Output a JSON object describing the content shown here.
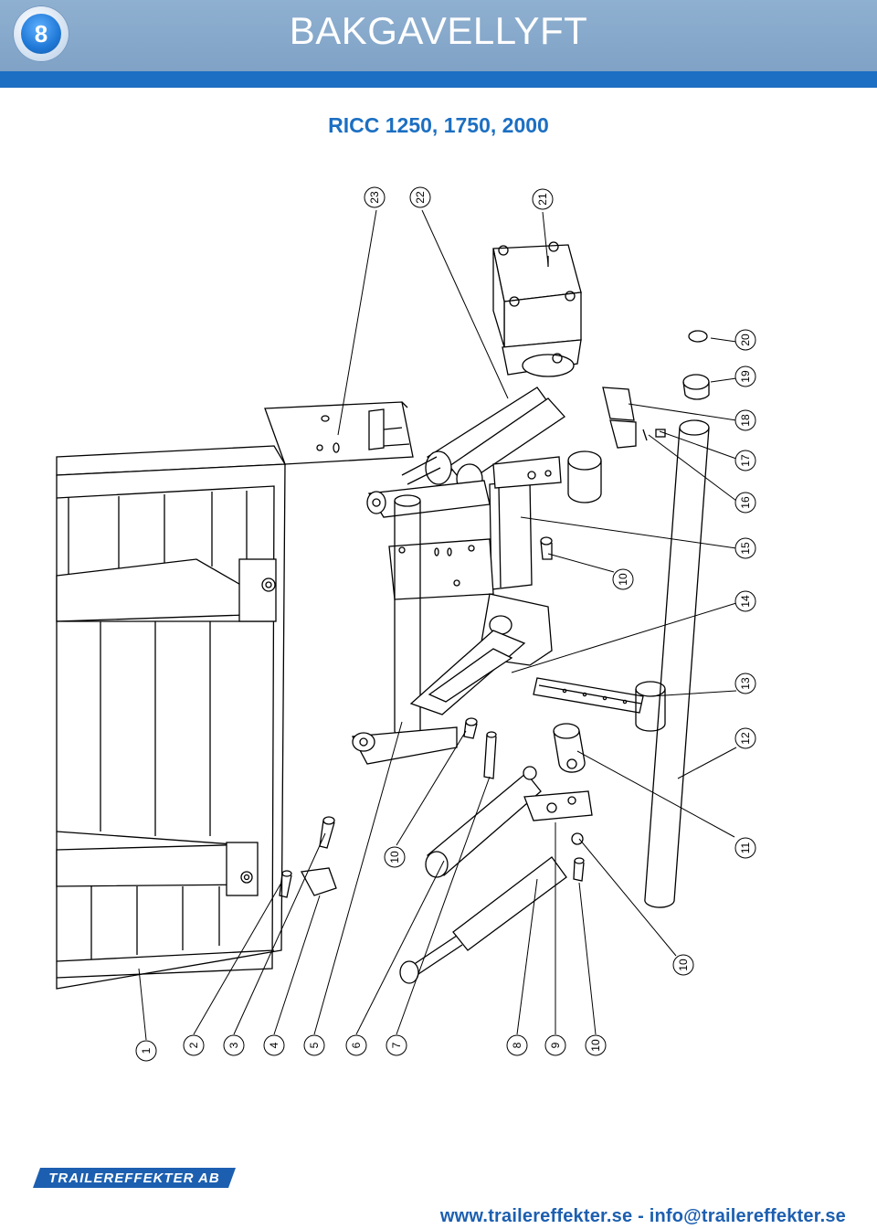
{
  "header": {
    "badge_number": "8",
    "title": "BAKGAVELLYFT",
    "bar_color": "#8aabd0",
    "accent_color": "#1c6fc2"
  },
  "subtitle": "RICC 1250, 1750, 2000",
  "diagram": {
    "callouts": [
      "1",
      "2",
      "3",
      "4",
      "5",
      "6",
      "7",
      "8",
      "9",
      "10",
      "10",
      "10",
      "10",
      "11",
      "12",
      "13",
      "14",
      "15",
      "16",
      "17",
      "18",
      "19",
      "20",
      "21",
      "22",
      "23"
    ]
  },
  "logo": {
    "text": "TRAILEREFFEKTER AB"
  },
  "footer": {
    "contact": "www.trailereffekter.se - info@trailereffekter.se"
  }
}
